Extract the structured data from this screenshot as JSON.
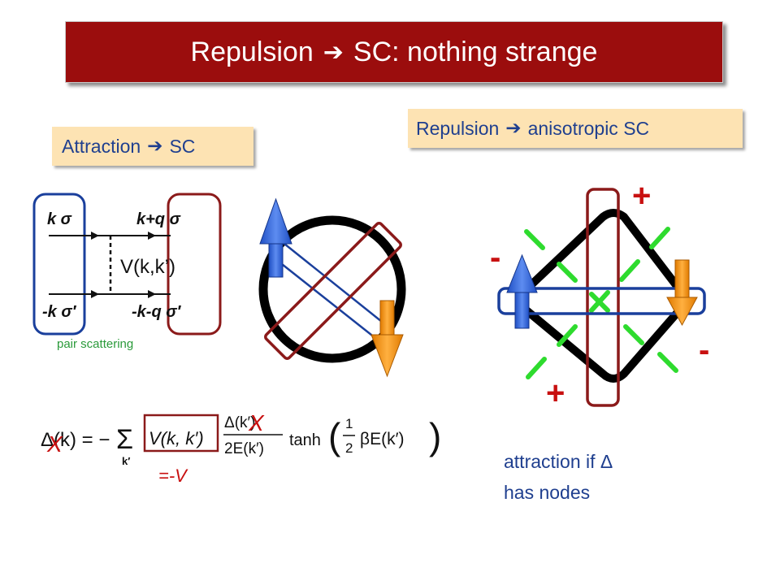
{
  "title": {
    "left": "Repulsion",
    "arrow": "➔",
    "right": "SC:  nothing strange"
  },
  "attraction_box": {
    "left": "Attraction",
    "arrow": "➔",
    "right": "SC"
  },
  "repulsion_box": {
    "left": "Repulsion",
    "arrow": "➔",
    "right": "anisotropic SC"
  },
  "feynman": {
    "k_sigma": "k σ",
    "kq_sigma": "k+q σ",
    "mk_sigmap": "-k σ′",
    "mkq_sigmap": "-k-q σ′",
    "potential": "V(k,k’)",
    "caption": "pair scattering"
  },
  "gap_equation": {
    "lhs": "Δ(k) = −",
    "sum": "Σ",
    "sum_index": "k′",
    "interaction": "V(k, k′)",
    "numerator": "Δ(k′)",
    "denominator": "2E(k′)",
    "tanh": "tanh",
    "tanh_arg": "1   βE(k′)",
    "half_num": "1",
    "half_den": "2",
    "arg": "βE(k′)",
    "approx": "=-V"
  },
  "cross_marks": {
    "left": "X",
    "right": "X"
  },
  "signs": {
    "top_plus": "+",
    "left_minus": "-",
    "right_minus": "-",
    "bottom_plus": "+"
  },
  "caption": {
    "line1": "attraction if Δ",
    "line2": "has nodes"
  },
  "colors": {
    "title_bg": "#9b0d0d",
    "label_bg": "#fde3b3",
    "label_text": "#1f3f8f",
    "red_box": "#8b1a1a",
    "blue_box": "#1a3f9c",
    "node_green": "#2edb2e",
    "sign_red": "#c81010",
    "arrow_blue": "#2a5fd8",
    "arrow_orange": "#f08a10"
  }
}
